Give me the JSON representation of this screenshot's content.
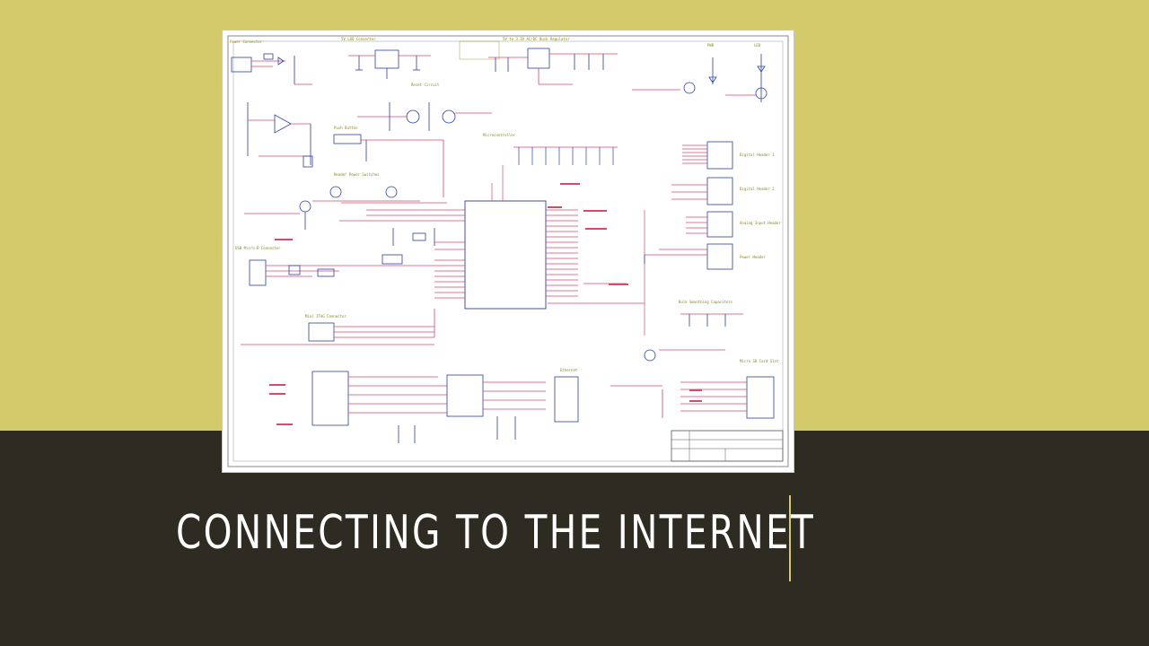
{
  "slide": {
    "title": "CONNECTING TO THE INTERNET"
  },
  "colors": {
    "top_background": "#d3ca6b",
    "bottom_background": "#2e2c22",
    "accent_divider": "#d3ca6b",
    "wire": "#d64a6a",
    "component": "#2b3fa8",
    "annotation": "#8a8a10",
    "frame": "#b8b8b8"
  },
  "schematic": {
    "section_headings": [
      "Power Connector",
      "5V LDO Converter",
      "5V to 3.3V AC/DC Buck Regulator",
      "PWR",
      "LED",
      "Reset Circuit",
      "Push Button",
      "Microcontroller",
      "Header Power Switches",
      "Digital Header 1",
      "Digital Header 2",
      "Analog Input Header",
      "Power Header",
      "USB Micro-B Connector",
      "Bulk Smoothing Capacitors",
      "Mini JTAG Connector",
      "Ethernet",
      "Micro SD Card Slot"
    ]
  }
}
